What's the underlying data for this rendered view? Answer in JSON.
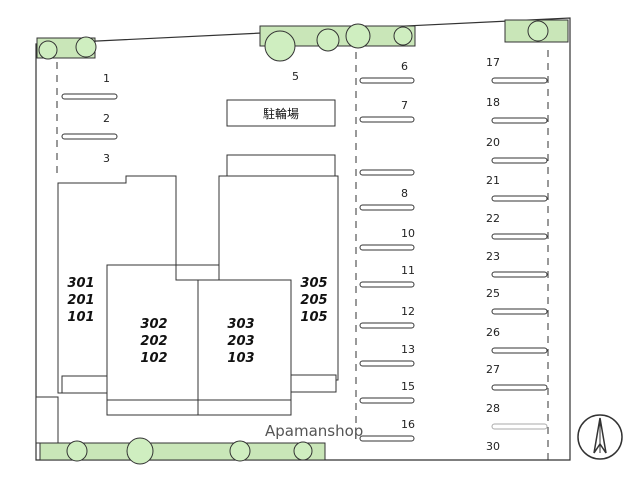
{
  "bicycle_parking_label": "駐輪場",
  "watermark": "Apamanshop",
  "north_symbol": "compass-north",
  "colors": {
    "green_strip": "#c9e6b8",
    "tree_fill": "#cfeec0",
    "line": "#333333",
    "faint_line": "#aaaaaa"
  },
  "buildings": [
    {
      "id": "west",
      "units": [
        "301",
        "201",
        "101"
      ]
    },
    {
      "id": "center-left",
      "units": [
        "302",
        "202",
        "102"
      ]
    },
    {
      "id": "center-right",
      "units": [
        "303",
        "203",
        "103"
      ]
    },
    {
      "id": "east",
      "units": [
        "305",
        "205",
        "105"
      ]
    }
  ],
  "parking_left": [
    "1",
    "2",
    "3"
  ],
  "parking_top_center": "5",
  "parking_middle": [
    "6",
    "7",
    "8",
    "10",
    "11",
    "12",
    "13",
    "15",
    "16"
  ],
  "parking_right": [
    "17",
    "18",
    "20",
    "21",
    "22",
    "23",
    "25",
    "26",
    "27",
    "28",
    "30"
  ]
}
